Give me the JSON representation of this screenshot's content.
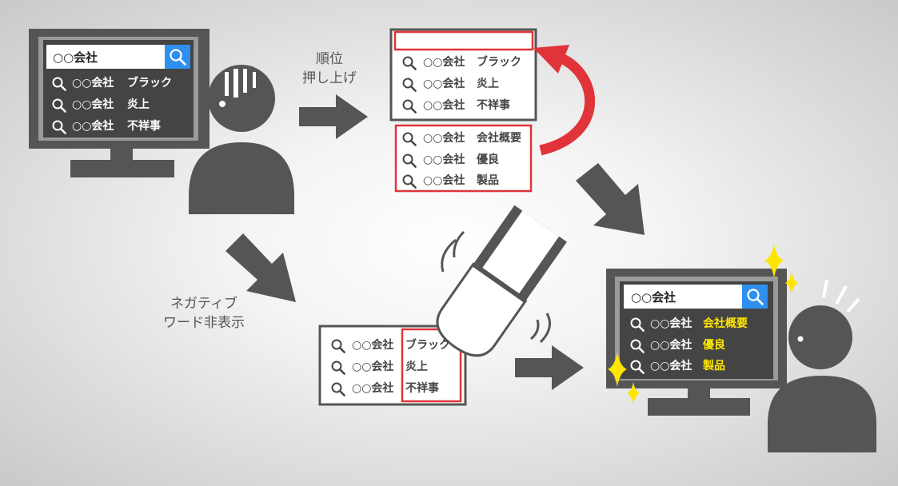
{
  "top_left_monitor": {
    "search_query": "○○会社",
    "suggestions": [
      {
        "prefix": "○○会社",
        "keyword": "ブラック"
      },
      {
        "prefix": "○○会社",
        "keyword": "炎上"
      },
      {
        "prefix": "○○会社",
        "keyword": "不祥事"
      }
    ]
  },
  "push_up_label": {
    "line1": "順位",
    "line2": "押し上げ"
  },
  "ranking_negative": [
    {
      "prefix": "○○会社",
      "keyword": "ブラック"
    },
    {
      "prefix": "○○会社",
      "keyword": "炎上"
    },
    {
      "prefix": "○○会社",
      "keyword": "不祥事"
    }
  ],
  "ranking_positive": [
    {
      "prefix": "○○会社",
      "keyword": "会社概要"
    },
    {
      "prefix": "○○会社",
      "keyword": "優良"
    },
    {
      "prefix": "○○会社",
      "keyword": "製品"
    }
  ],
  "hide_label": {
    "line1": "ネガティブ",
    "line2": "ワード非表示"
  },
  "erase_list": [
    {
      "prefix": "○○会社",
      "keyword": "ブラック"
    },
    {
      "prefix": "○○会社",
      "keyword": "炎上"
    },
    {
      "prefix": "○○会社",
      "keyword": "不祥事"
    }
  ],
  "result_monitor": {
    "search_query": "○○会社",
    "suggestions": [
      {
        "prefix": "○○会社",
        "keyword": "会社概要"
      },
      {
        "prefix": "○○会社",
        "keyword": "優良"
      },
      {
        "prefix": "○○会社",
        "keyword": "製品"
      }
    ]
  },
  "colors": {
    "accent_red": "#e0343a",
    "search_blue": "#2e8ff0",
    "highlight_yellow": "#ffe600",
    "dark_gray": "#555555"
  },
  "icons": [
    "search-icon",
    "arrow-icon",
    "eraser-icon",
    "sparkle-icon",
    "person-icon",
    "monitor-icon"
  ]
}
